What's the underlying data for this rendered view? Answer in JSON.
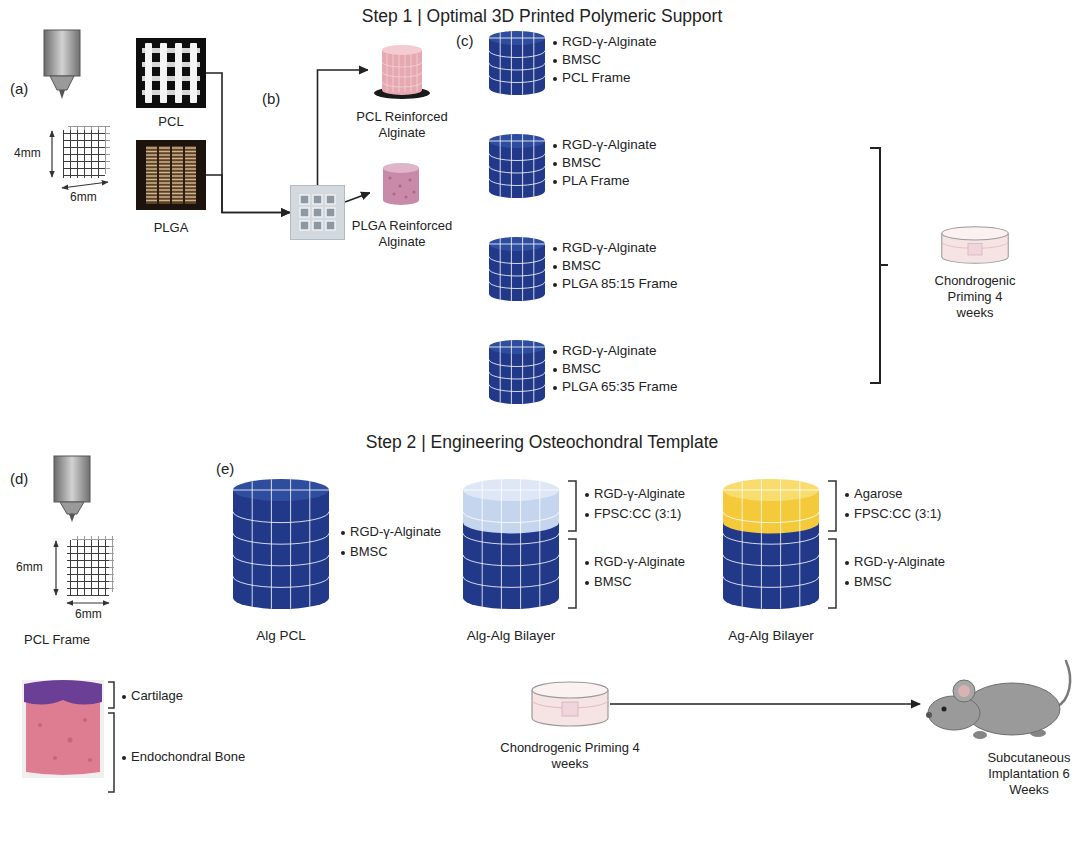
{
  "diagram": {
    "nodes": [
      {
        "text": [
          "PCL"
        ]
      },
      {
        "text": [
          "PLGA"
        ]
      },
      {
        "text": [
          "(b)"
        ]
      },
      {
        "text": [
          "PCL Reinforced Alginate"
        ]
      },
      {
        "text": [
          "PLGA Reinforced Alginate"
        ]
      },
      {
        "text": [
          "RGD-γ-Alginate",
          "BMSC",
          "PCL Frame"
        ]
      },
      {
        "text": [
          "RGD-γ-Alginate",
          "BMSC",
          "PLA Frame"
        ]
      },
      {
        "text": [
          "RGD-γ-Alginate",
          "BMSC",
          "PLGA 85:15 Frame"
        ]
      },
      {
        "text": [
          "RGD-γ-Alginate",
          "BMSC",
          "PLGA 65:35 Frame"
        ]
      },
      {
        "text": [
          "Chondrogenic Priming 4 weeks"
        ]
      },
      {
        "text": [
          "Alg PCL",
          "RGD-γ-Alginate",
          "BMSC"
        ]
      },
      {
        "text": [
          "Alg-Alg Bilayer",
          "RGD-γ-Alginate",
          "FPSC:CC (3:1)",
          "RGD-γ-Alginate",
          "BMSC"
        ]
      },
      {
        "text": [
          "Ag-Alg Bilayer",
          "Agarose",
          "FPSC:CC (3:1)",
          "RGD-γ-Alginate",
          "BMSC"
        ]
      },
      {
        "text": [
          "Chondrogenic Priming 4 weeks"
        ]
      },
      {
        "text": [
          "Subcutaneous Implantation 6 Weeks"
        ]
      }
    ],
    "edges": [
      {
        "from": 0,
        "to": 2,
        "arrow": "to"
      },
      {
        "from": 1,
        "to": 2,
        "arrow": "to"
      },
      {
        "from": 2,
        "to": 3,
        "arrow": "to"
      },
      {
        "from": 2,
        "to": 4,
        "arrow": "to"
      },
      {
        "from": 13,
        "to": 14,
        "arrow": "to"
      }
    ],
    "labels": [
      "Step 1 | Optimal 3D Printed Polymeric Support",
      "(a)",
      "4mm",
      "6mm",
      "(c)",
      "Step 2 | Engineering Osteochondral Template",
      "(d)",
      "6mm",
      "6mm",
      "PCL Frame",
      "Cartilage",
      "Endochondral Bone",
      "(e)"
    ]
  }
}
